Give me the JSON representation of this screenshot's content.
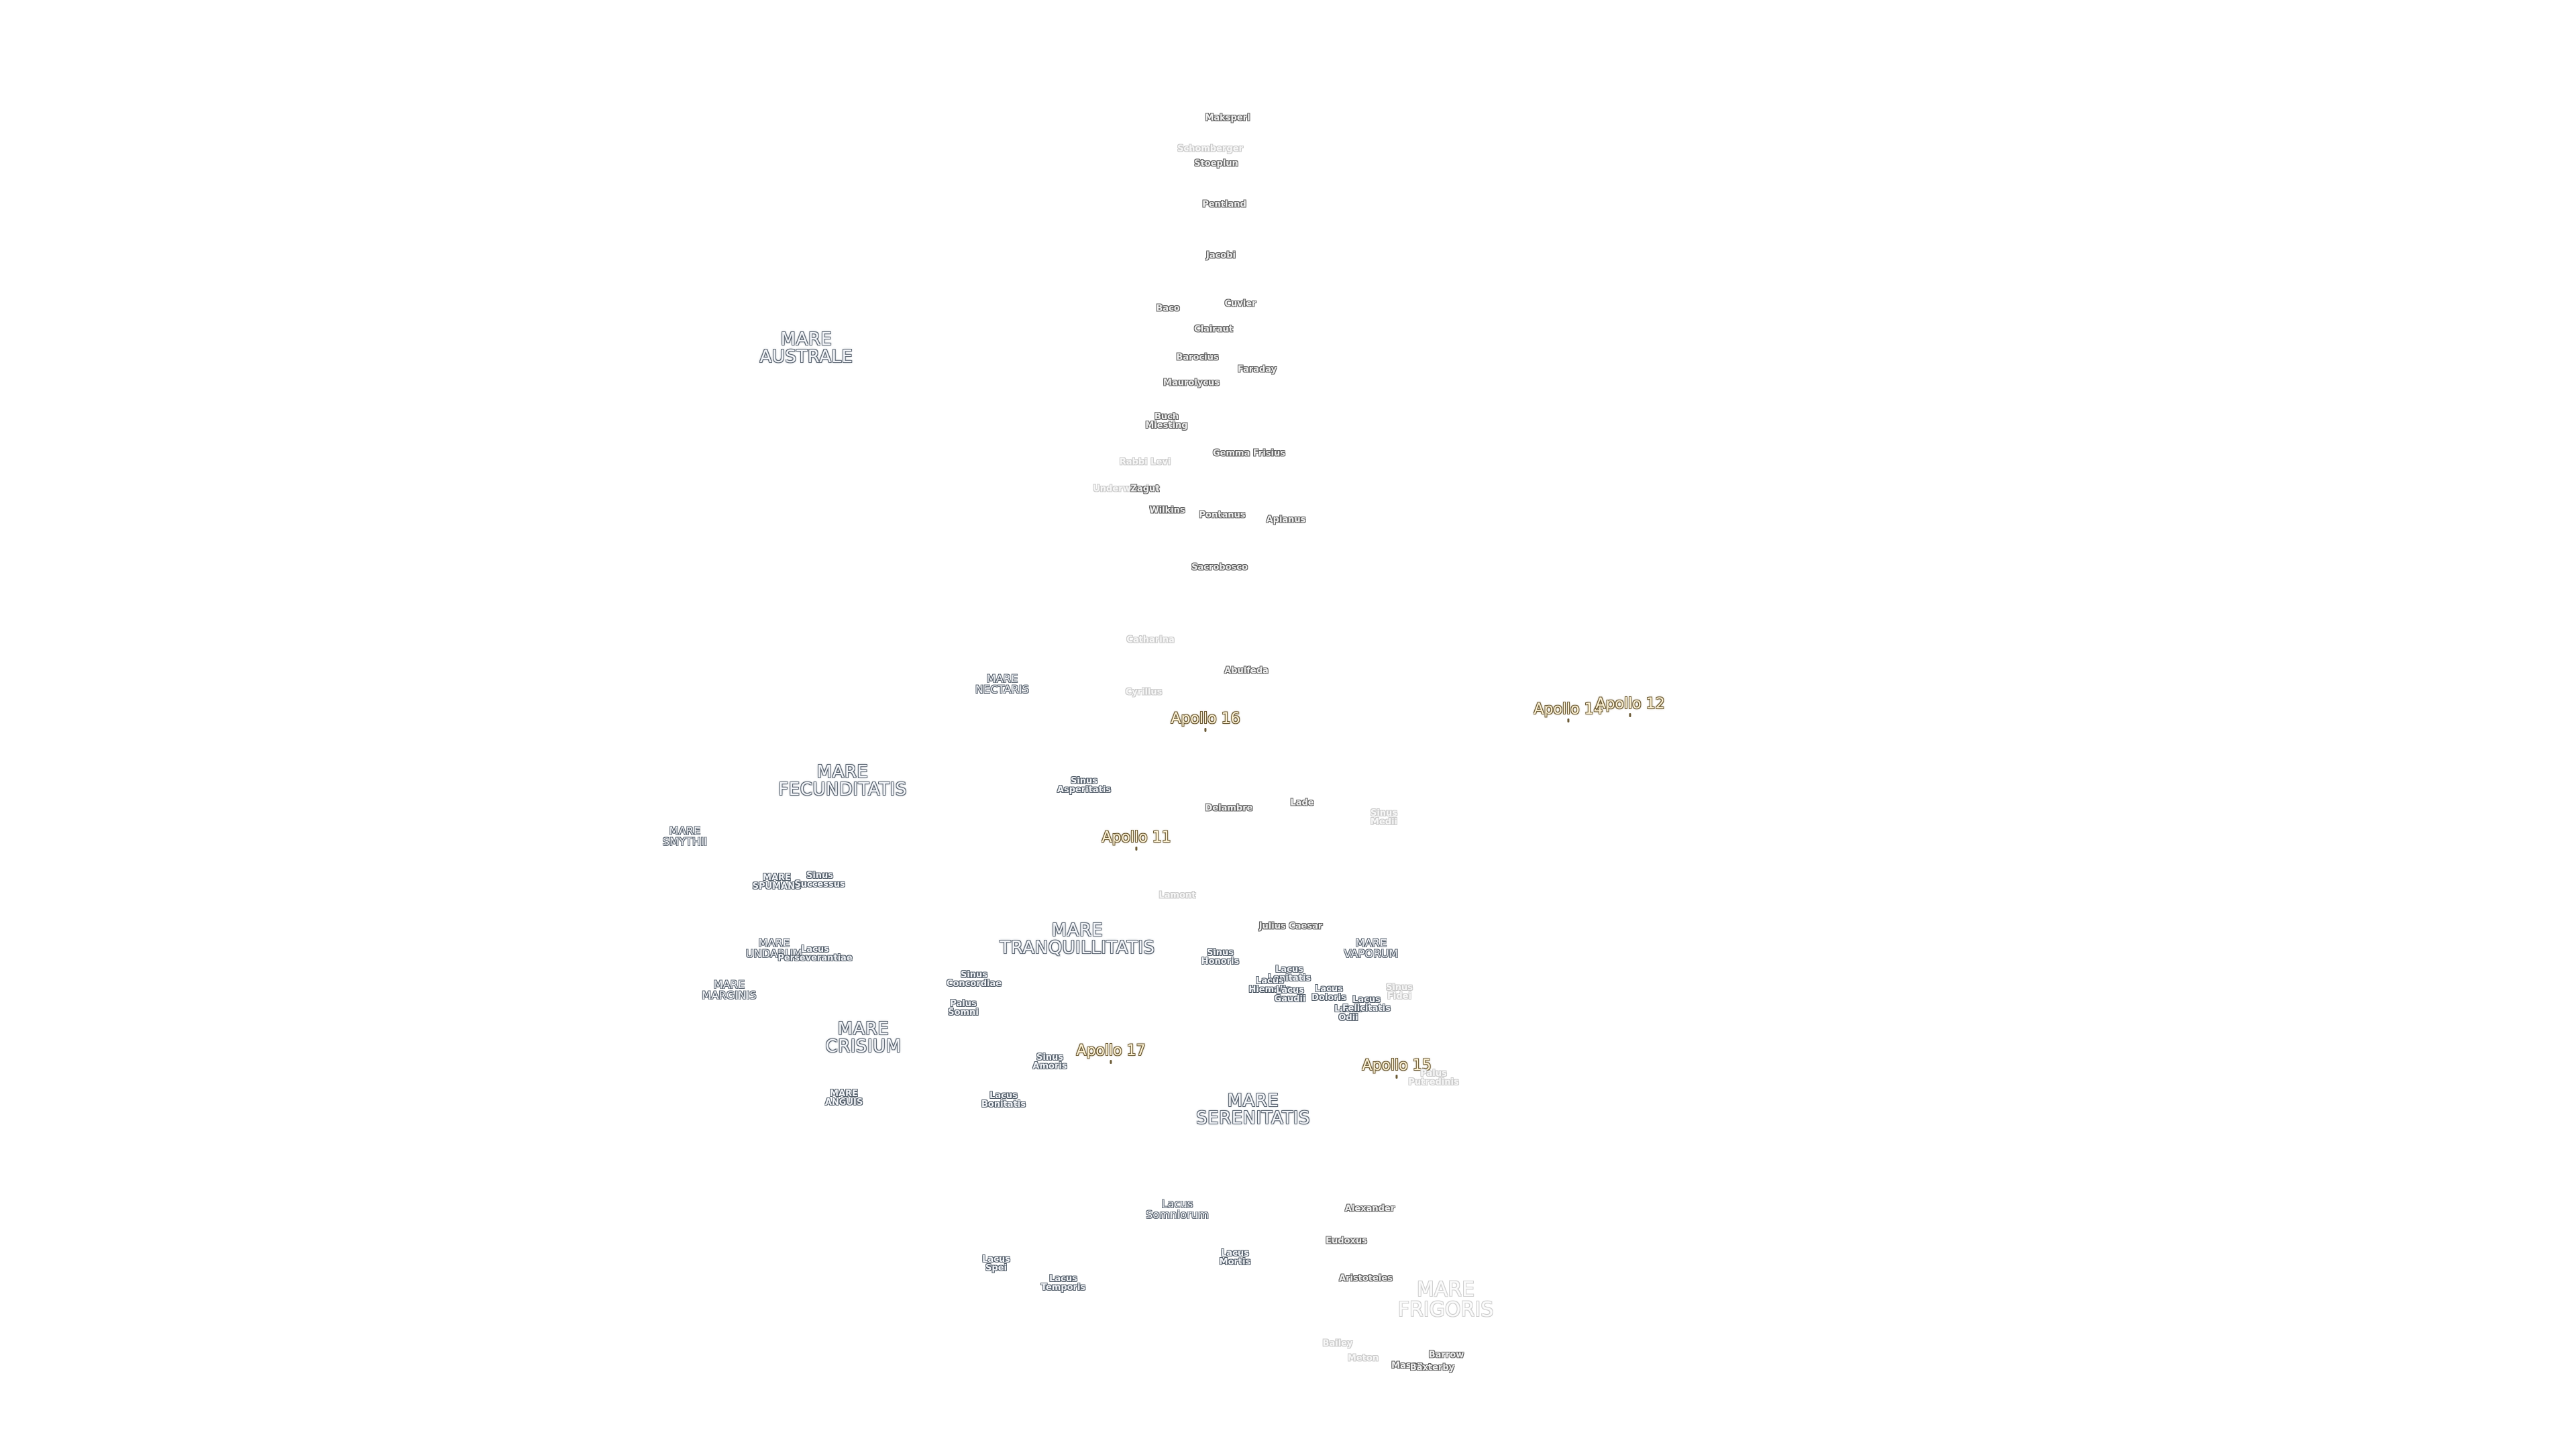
{
  "labels": [
    {
      "text": "Maksperl",
      "kind": "crater"
    },
    {
      "text": "Schomberger",
      "kind": "crater-faint"
    },
    {
      "text": "Stoeplun",
      "kind": "crater"
    },
    {
      "text": "Pentland",
      "kind": "crater"
    },
    {
      "text": "Jacobi",
      "kind": "crater"
    },
    {
      "text": "Cuvier",
      "kind": "crater"
    },
    {
      "text": "Baco",
      "kind": "crater"
    },
    {
      "text": "Clairaut",
      "kind": "crater"
    },
    {
      "text": "Barocius",
      "kind": "crater"
    },
    {
      "text": "Faraday",
      "kind": "crater"
    },
    {
      "text": "Maurolycus",
      "kind": "crater"
    },
    {
      "text": "Buch\nMiesting",
      "kind": "crater"
    },
    {
      "text": "Gemma Frisius",
      "kind": "crater"
    },
    {
      "text": "Rabbi Levi",
      "kind": "crater-faint"
    },
    {
      "text": "Underwood",
      "kind": "crater-faint"
    },
    {
      "text": "Zagut",
      "kind": "crater"
    },
    {
      "text": "Wilkins",
      "kind": "crater"
    },
    {
      "text": "Pontanus",
      "kind": "crater"
    },
    {
      "text": "Apianus",
      "kind": "crater"
    },
    {
      "text": "Sacrobosco",
      "kind": "crater"
    },
    {
      "text": "Catharina",
      "kind": "crater-faint"
    },
    {
      "text": "Abulfeda",
      "kind": "crater"
    },
    {
      "text": "Cyrillus",
      "kind": "crater-faint"
    },
    {
      "text": "MARE\nAUSTRALE",
      "kind": "mare"
    },
    {
      "text": "MARE\nNECTARIS",
      "kind": "mare-s"
    },
    {
      "text": "Apollo 16",
      "kind": "apollo"
    },
    {
      "text": "Apollo 14",
      "kind": "apollo"
    },
    {
      "text": "Apollo 12",
      "kind": "apollo"
    },
    {
      "text": "MARE\nFECUNDITATIS",
      "kind": "mare"
    },
    {
      "text": "Sinus\nAsperitatis",
      "kind": "lacus"
    },
    {
      "text": "Delambre",
      "kind": "crater"
    },
    {
      "text": "Lade",
      "kind": "crater"
    },
    {
      "text": "Sinus\nMedii",
      "kind": "lacus-faint"
    },
    {
      "text": "MARE\nSMYTHII",
      "kind": "mare-s"
    },
    {
      "text": "Apollo 11",
      "kind": "apollo"
    },
    {
      "text": "MARE\nSPUMANS",
      "kind": "lacus"
    },
    {
      "text": "Sinus\nSuccessus",
      "kind": "lacus"
    },
    {
      "text": "Lamont",
      "kind": "crater-faint"
    },
    {
      "text": "MARE\nTRANQUILLITATIS",
      "kind": "mare"
    },
    {
      "text": "Julius Caesar",
      "kind": "crater"
    },
    {
      "text": "MARE\nVAPORUM",
      "kind": "mare-s"
    },
    {
      "text": "MARE\nUNDARUM",
      "kind": "mare-s"
    },
    {
      "text": "Lacus\nPerseverantiae",
      "kind": "lacus"
    },
    {
      "text": "Sinus\nHonoris",
      "kind": "lacus"
    },
    {
      "text": "Sinus\nConcordiae",
      "kind": "lacus"
    },
    {
      "text": "Lacus\nLenitatis",
      "kind": "lacus"
    },
    {
      "text": "Lacus\nHiemalis",
      "kind": "lacus"
    },
    {
      "text": "Lacus\nGaudii",
      "kind": "lacus"
    },
    {
      "text": "Lacus\nDoloris",
      "kind": "lacus"
    },
    {
      "text": "Lacus\nOdii",
      "kind": "lacus"
    },
    {
      "text": "Lacus\nFelicitatis",
      "kind": "lacus"
    },
    {
      "text": "Sinus\nFidei",
      "kind": "lacus-faint"
    },
    {
      "text": "MARE\nMARGINIS",
      "kind": "mare-s"
    },
    {
      "text": "Palus\nSomni",
      "kind": "lacus"
    },
    {
      "text": "MARE\nCRISIUM",
      "kind": "mare"
    },
    {
      "text": "Apollo 17",
      "kind": "apollo"
    },
    {
      "text": "Sinus\nAmoris",
      "kind": "lacus"
    },
    {
      "text": "Apollo 15",
      "kind": "apollo"
    },
    {
      "text": "Palus\nPutredinis",
      "kind": "lacus-faint"
    },
    {
      "text": "MARE\nANGUIS",
      "kind": "lacus"
    },
    {
      "text": "Lacus\nBonitatis",
      "kind": "lacus"
    },
    {
      "text": "MARE\nSERENITATIS",
      "kind": "mare"
    },
    {
      "text": "Lacus\nSomniorum",
      "kind": "mare-s"
    },
    {
      "text": "Alexander",
      "kind": "crater"
    },
    {
      "text": "Eudoxus",
      "kind": "crater"
    },
    {
      "text": "Lacus\nMortis",
      "kind": "lacus"
    },
    {
      "text": "Lacus\nSpei",
      "kind": "lacus"
    },
    {
      "text": "Lacus\nTemporis",
      "kind": "lacus"
    },
    {
      "text": "Aristoteles",
      "kind": "crater"
    },
    {
      "text": "MARE\nFRIGORIS",
      "kind": "mare-faint"
    },
    {
      "text": "Barrow",
      "kind": "crater"
    },
    {
      "text": "Meton",
      "kind": "crater-faint"
    },
    {
      "text": "Bailey",
      "kind": "crater-faint"
    },
    {
      "text": "Mason",
      "kind": "crater"
    },
    {
      "text": "Baxterby",
      "kind": "crater"
    }
  ]
}
